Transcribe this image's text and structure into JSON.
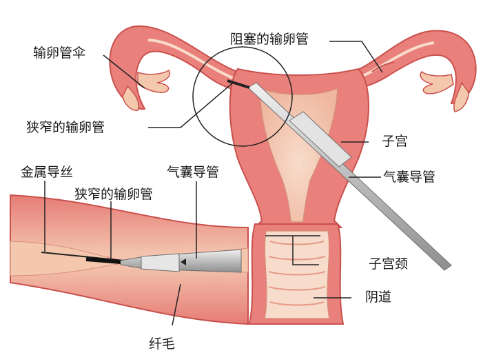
{
  "labels": {
    "fimbria": "输卵管伞",
    "blocked_tube": "阻塞的输卵管",
    "narrowed_tube_top": "狭窄的输卵管",
    "uterus": "子宫",
    "balloon_catheter_right": "气囊导管",
    "guide_wire": "金属导丝",
    "balloon_catheter_inset": "气囊导管",
    "narrowed_tube_inset": "狭窄的输卵管",
    "cervix": "子宫颈",
    "vagina": "阴道",
    "cilia": "纤毛"
  },
  "colors": {
    "tissue_outer": "#e9807b",
    "tissue_edge": "#c9504c",
    "tissue_inner": "#f4c8ad",
    "tissue_light": "#f8dccb",
    "catheter": "#d7d7d7",
    "wire": "#222222",
    "leader_line": "#222222"
  }
}
